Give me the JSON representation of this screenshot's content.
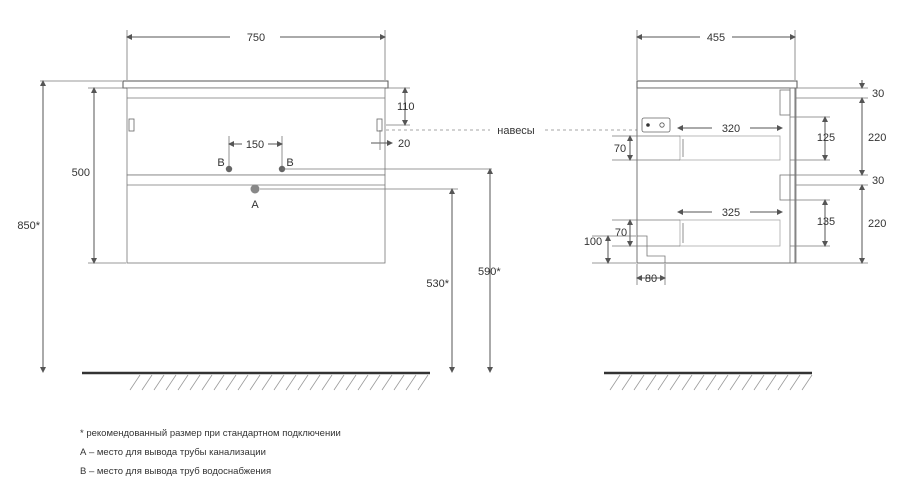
{
  "front": {
    "width": "750",
    "total_height": "850*",
    "body_height": "500",
    "top_gap": "110",
    "hinge_offset": "20",
    "pipe_spacing": "150",
    "label_b_left": "B",
    "label_b_right": "B",
    "label_a": "A",
    "height_a": "530*",
    "height_b": "590*"
  },
  "hinges_label": "навесы",
  "side": {
    "depth": "455",
    "top_drawer_depth": "320",
    "bottom_drawer_depth": "325",
    "top_offset": "30",
    "mid_offset": "30",
    "upper_section": "220",
    "lower_section": "220",
    "upper_drawer_h": "125",
    "lower_drawer_h": "135",
    "upper_inner": "70",
    "lower_inner": "70",
    "bottom_height": "100",
    "foot_width": "80"
  },
  "notes": [
    "* рекомендованный размер при стандартном подключении",
    "А – место для вывода трубы канализации",
    "В – место для вывода труб водоснабжения"
  ]
}
